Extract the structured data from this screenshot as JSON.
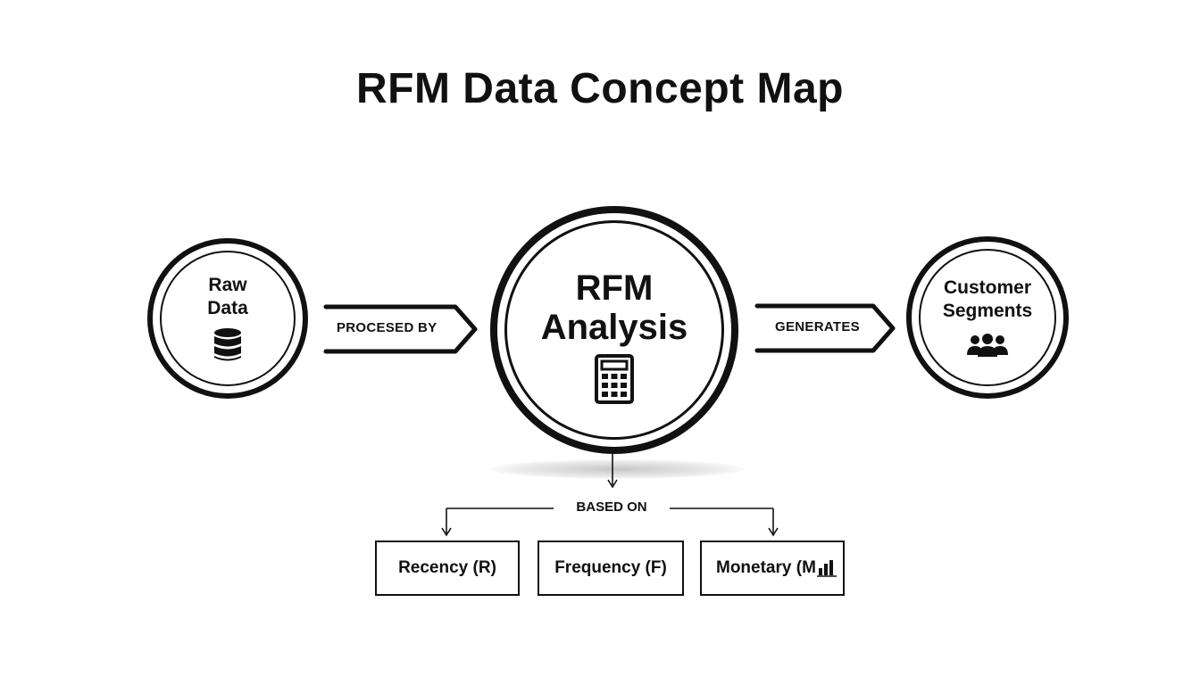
{
  "title": "RFM Data Concept Map",
  "nodes": {
    "raw_data": {
      "line1": "Raw",
      "line2": "Data",
      "icon": "database-icon"
    },
    "rfm_analysis": {
      "line1": "RFM",
      "line2": "Analysis",
      "icon": "calculator-icon"
    },
    "customer_segments": {
      "line1": "Customer",
      "line2": "Segments",
      "icon": "users-group-icon"
    }
  },
  "edges": {
    "raw_to_rfm": "PROCESED BY",
    "rfm_to_segments": "GENERATES",
    "rfm_to_metrics": "BASED ON"
  },
  "metrics": [
    {
      "label": "Recency (R)"
    },
    {
      "label": "Frequency (F)"
    },
    {
      "label": "Monetary (M",
      "icon": "bar-chart-icon"
    }
  ],
  "colors": {
    "ink": "#111111",
    "background": "#ffffff"
  }
}
